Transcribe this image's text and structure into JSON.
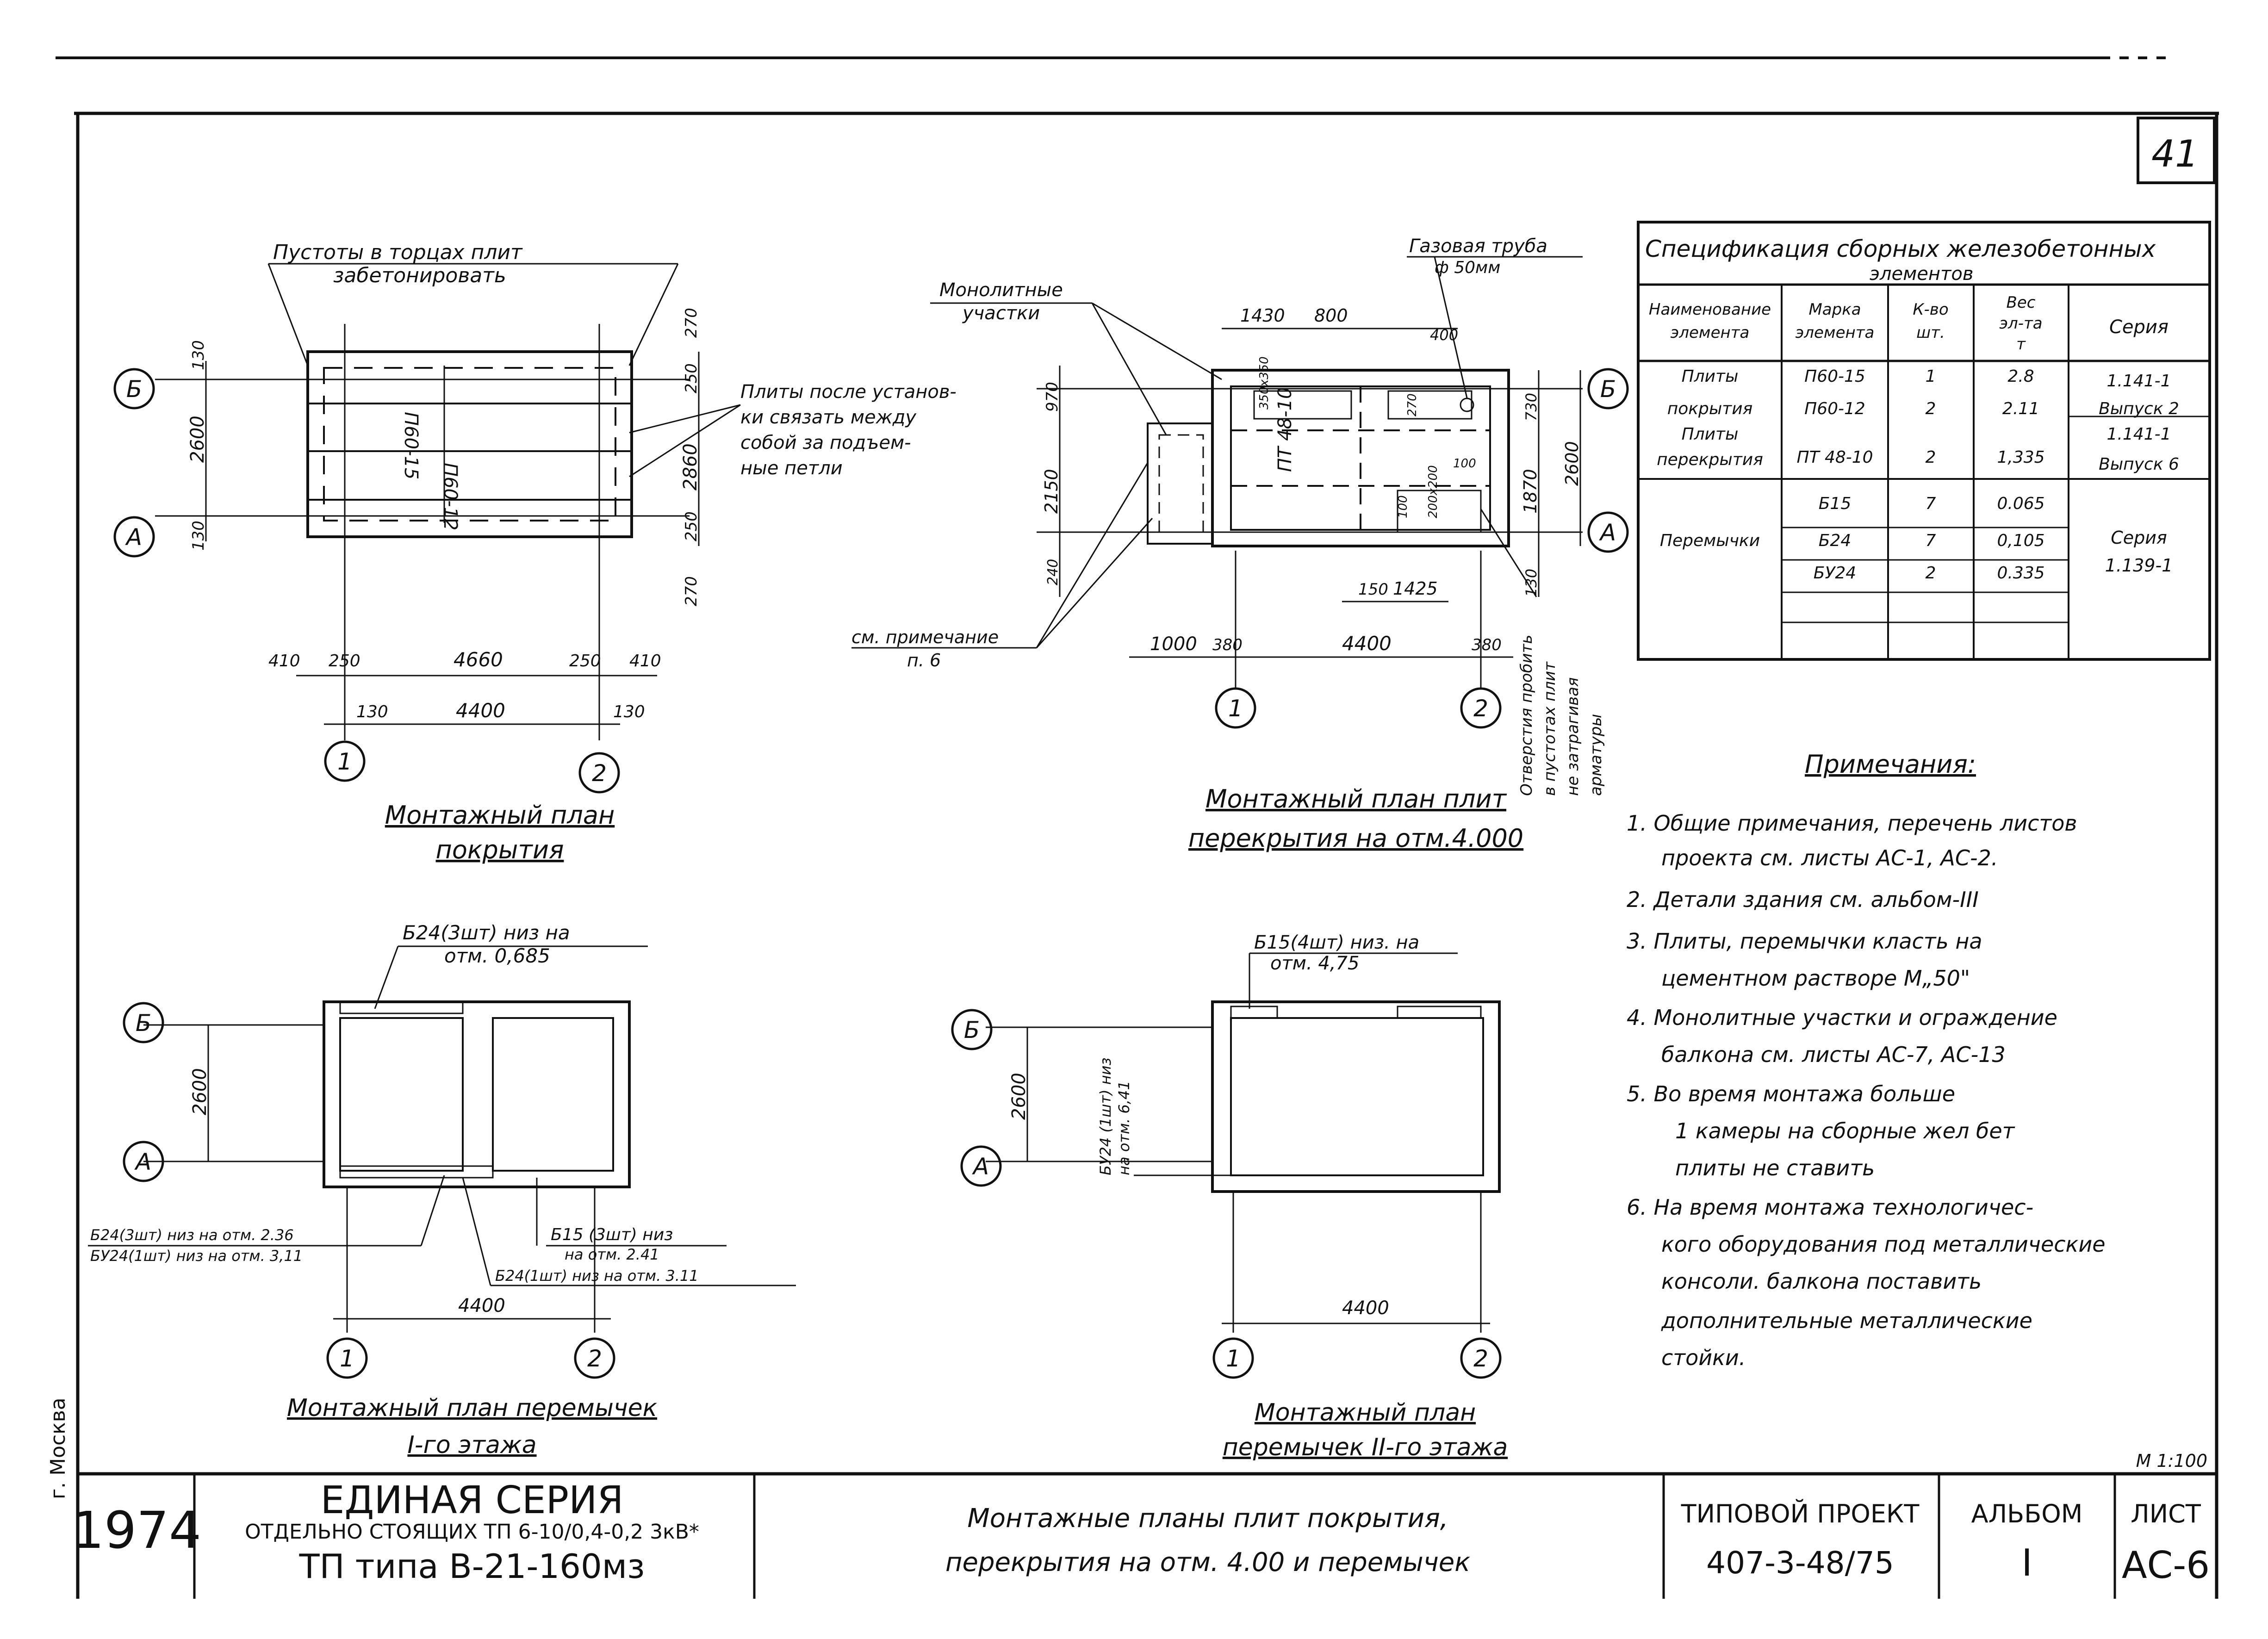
{
  "sheet_number": "41",
  "scale": "М 1:100",
  "side_stamp": "г. Москва",
  "spec": {
    "title_line1": "Спецификация сборных железобетонных",
    "title_line2": "элементов",
    "headers": [
      "Наименование элемента",
      "Марка элемента",
      "К-во шт.",
      "Вес эл-та т",
      "Серия"
    ],
    "header_lines": {
      "name": [
        "Наименование",
        "элемента"
      ],
      "mark": [
        "Марка",
        "элемента"
      ],
      "qty": [
        "К-во",
        "шт."
      ],
      "weight": [
        "Вес",
        "эл-та",
        "т"
      ],
      "series": [
        "Серия"
      ]
    },
    "rows": [
      {
        "name": "Плиты",
        "mark": "П60-15",
        "qty": "1",
        "weight": "2.8",
        "series": "1.141-1"
      },
      {
        "name": "покрытия",
        "mark": "П60-12",
        "qty": "2",
        "weight": "2.11",
        "series": "Выпуск 2"
      },
      {
        "name": "Плиты",
        "mark": "",
        "qty": "",
        "weight": "",
        "series": "1.141-1"
      },
      {
        "name": "перекрытия",
        "mark": "ПТ 48-10",
        "qty": "2",
        "weight": "1,335",
        "series": "Выпуск 6"
      },
      {
        "name": "",
        "mark": "Б15",
        "qty": "7",
        "weight": "0.065",
        "series": ""
      },
      {
        "name": "Перемычки",
        "mark": "Б24",
        "qty": "7",
        "weight": "0,105",
        "series": "Серия"
      },
      {
        "name": "",
        "mark": "БУ24",
        "qty": "2",
        "weight": "0.335",
        "series": "1.139-1"
      }
    ]
  },
  "notes": {
    "heading": "Примечания:",
    "lines": [
      "1. Общие примечания, перечень листов",
      "проекта см. листы АС-1, АС-2.",
      "2. Детали здания  см. альбом-III",
      "3. Плиты, перемычки класть на",
      "цементном растворе М„50\"",
      "4. Монолитные участки и ограждение",
      "балкона см. листы АС-7, АС-13",
      "5. Во время монтажа больше",
      "1 камеры на сборные жел бет",
      "плиты не ставить",
      "6. На время монтажа технологичес-",
      "кого оборудования под металлические",
      "консоли. балкона поставить",
      "дополнительные металлические",
      "стойки."
    ]
  },
  "plan_roof": {
    "title_line1": "Монтажный план",
    "title_line2": "покрытия",
    "callout_top1": "Пустоты в торцах плит",
    "callout_top2": "забетонировать",
    "callout_right": [
      "Плиты после установ-",
      "ки связать между",
      "собой за подъем-",
      "ные петли"
    ],
    "slab_a": "П60-15",
    "slab_b": "П60-12",
    "axes": {
      "b": "Б",
      "a": "А",
      "one": "1",
      "two": "2"
    },
    "dims_left": [
      "130",
      "2600",
      "130"
    ],
    "dims_right": [
      "270",
      "250",
      "2860",
      "250",
      "270"
    ],
    "dims_bottom1": [
      "410",
      "250",
      "4660",
      "250",
      "410"
    ],
    "dims_bottom2": [
      "130",
      "4400",
      "130"
    ]
  },
  "plan_floor": {
    "title_line1": "Монтажный план плит",
    "title_line2": "перекрытия на отм.4.000",
    "callout_mono1": "Монолитные",
    "callout_mono2": "участки",
    "callout_gas1": "Газовая труба",
    "callout_gas2": "ф 50мм",
    "callout_note1": "см. примечание",
    "callout_note2": "п. 6",
    "callout_holes": [
      "Отверстия пробить",
      "в пустотах плит",
      "не затрагивая",
      "арматуры"
    ],
    "slab": "ПТ 48-10",
    "axes": {
      "b": "Б",
      "a": "А",
      "one": "1",
      "two": "2"
    },
    "dims_top": [
      "1430",
      "800",
      "400"
    ],
    "dims_left": [
      "970",
      "2150",
      "240"
    ],
    "dims_inner": [
      "350x350",
      "270",
      "100",
      "100",
      "200x200"
    ],
    "dims_right": [
      "730",
      "1870",
      "2600",
      "130"
    ],
    "dims_bottom1": [
      "150",
      "1425"
    ],
    "dims_bottom2": [
      "1000",
      "380",
      "4400",
      "380"
    ]
  },
  "plan_lintel1": {
    "title_line1": "Монтажный план перемычек",
    "title_line2": "I-го этажа",
    "callout_top1": "Б24(3шт) низ на",
    "callout_top2": "отм. 0,685",
    "callout_bl1": "Б24(3шт) низ на отм. 2.36",
    "callout_bl2": "БУ24(1шт) низ на отм. 3,11",
    "callout_br1": "Б15 (3шт) низ",
    "callout_br2": "на отм. 2.41",
    "callout_br3": "Б24(1шт) низ на отм. 3.11",
    "axes": {
      "b": "Б",
      "a": "А",
      "one": "1",
      "two": "2"
    },
    "dim_left": "2600",
    "dim_bottom": "4400"
  },
  "plan_lintel2": {
    "title_line1": "Монтажный план",
    "title_line2": "перемычек II-го этажа",
    "callout_top1": "Б15(4шт) низ. на",
    "callout_top2": "отм. 4,75",
    "callout_left": [
      "БУ24 (1шт) низ",
      "на отм. 6,41"
    ],
    "axes": {
      "b": "Б",
      "a": "А",
      "one": "1",
      "two": "2"
    },
    "dim_left": "2600",
    "dim_bottom": "4400"
  },
  "title_block": {
    "year": "1974",
    "series_title": "ЕДИНАЯ  СЕРИЯ",
    "series_sub": "ОТДЕЛЬНО СТОЯЩИХ ТП 6-10/0,4-0,2 3кВ*",
    "series_type": "ТП типа  В-21-160мз",
    "sheet_title1": "Монтажные планы плит покрытия,",
    "sheet_title2": "перекрытия на отм. 4.00 и перемычек",
    "project_label": "ТИПОВОЙ ПРОЕКТ",
    "project_number": "407-3-48/75",
    "album_label": "АЛЬБОМ",
    "album_number": "I",
    "sheet_label": "ЛИСТ",
    "sheet_code": "АС-6"
  }
}
